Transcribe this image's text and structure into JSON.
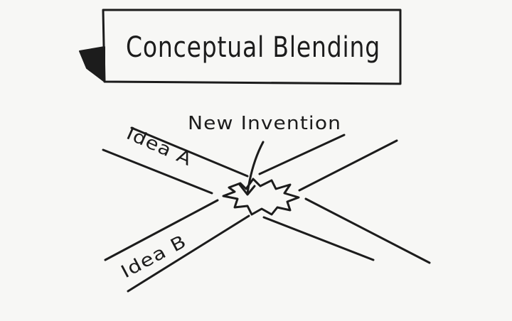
{
  "banner": {
    "title": "Conceptual Blending"
  },
  "diagram": {
    "idea_a_label": "Idea A",
    "idea_b_label": "Idea B",
    "result_label": "New Invention"
  }
}
